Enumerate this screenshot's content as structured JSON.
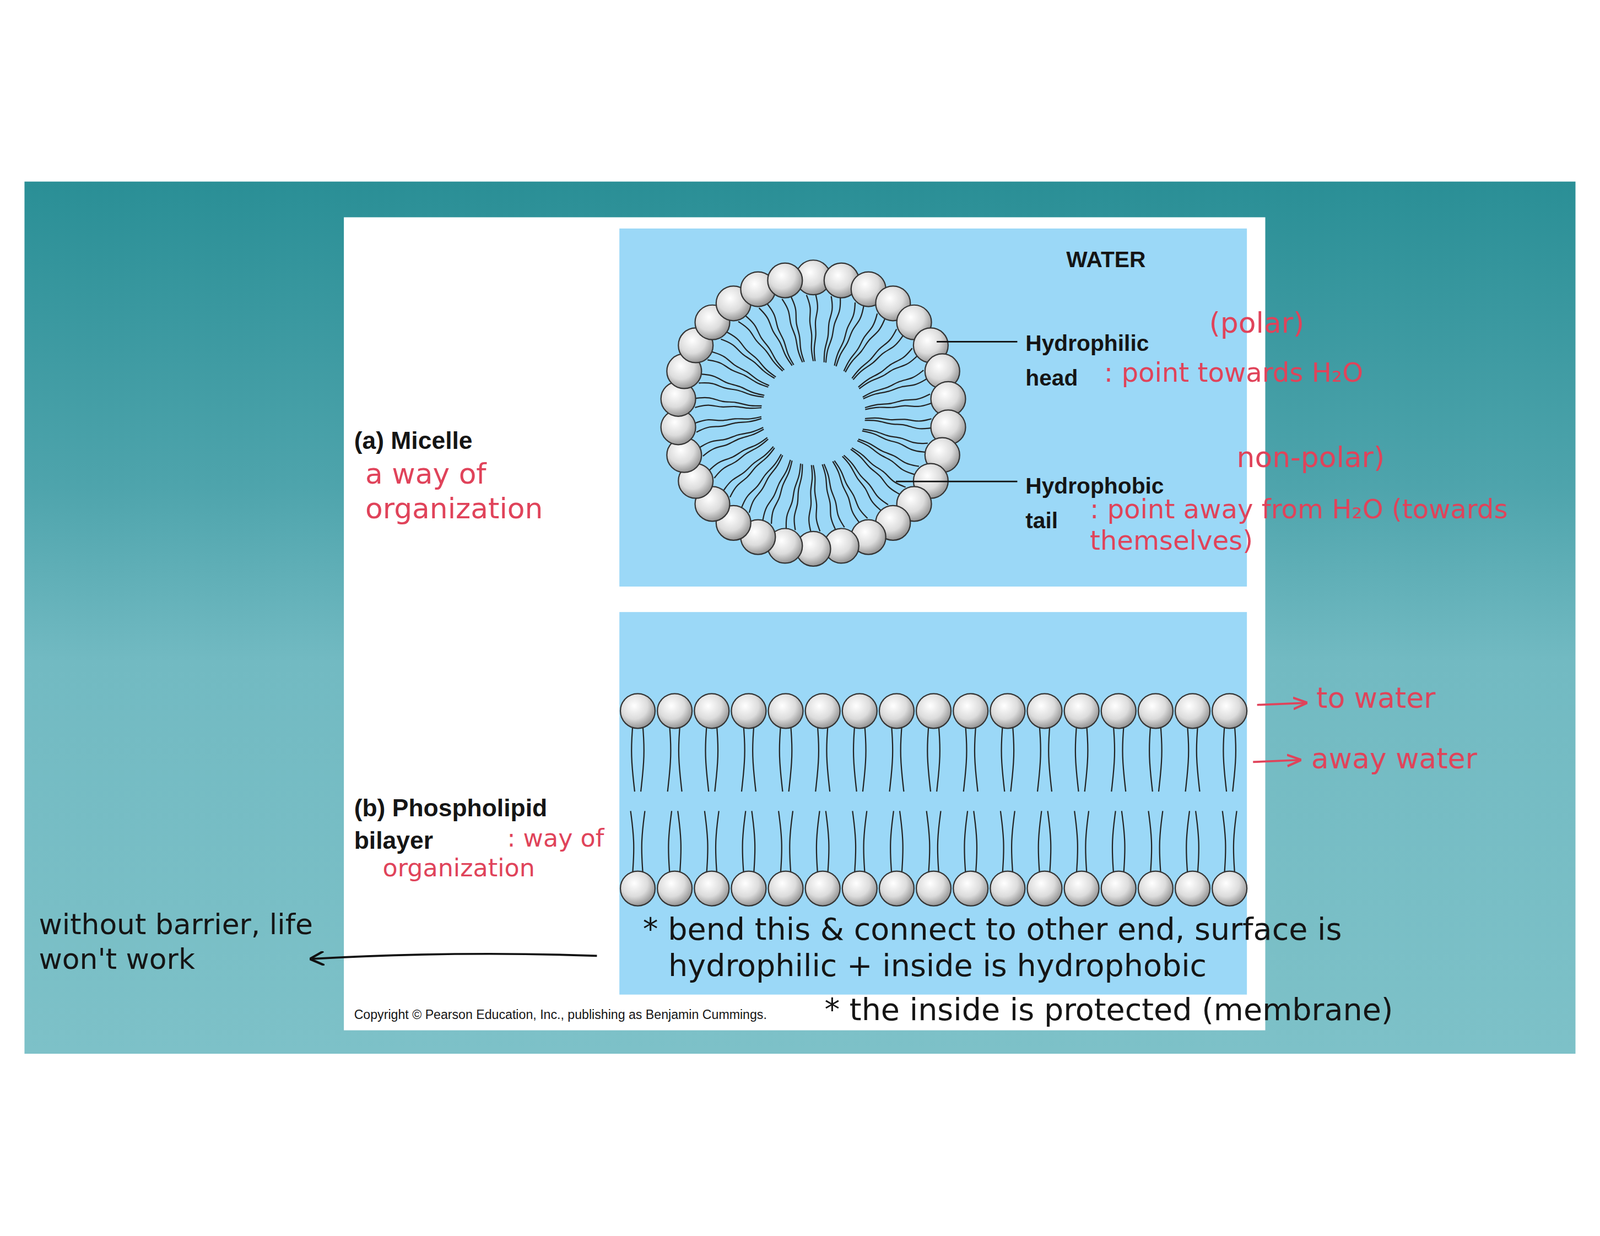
{
  "diagram": {
    "labels": [
      "WATER",
      "Hydrophilic head",
      "(polar)",
      ": point towards H₂O",
      "Hydrophobic tail",
      "non-polar)",
      ": point away from H₂O (towards themselves)",
      "(a) Micelle",
      "a way of organization",
      "(b) Phospholipid bilayer",
      ": way of organization",
      "to water",
      "away water",
      "* bend this & connect to other end, surface is hydrophilic + inside is hydrophobic",
      "* the inside is protected (membrane)",
      "without barrier, life won't work",
      "Copyright © Pearson Education, Inc., publishing as Benjamin Cummings."
    ]
  }
}
